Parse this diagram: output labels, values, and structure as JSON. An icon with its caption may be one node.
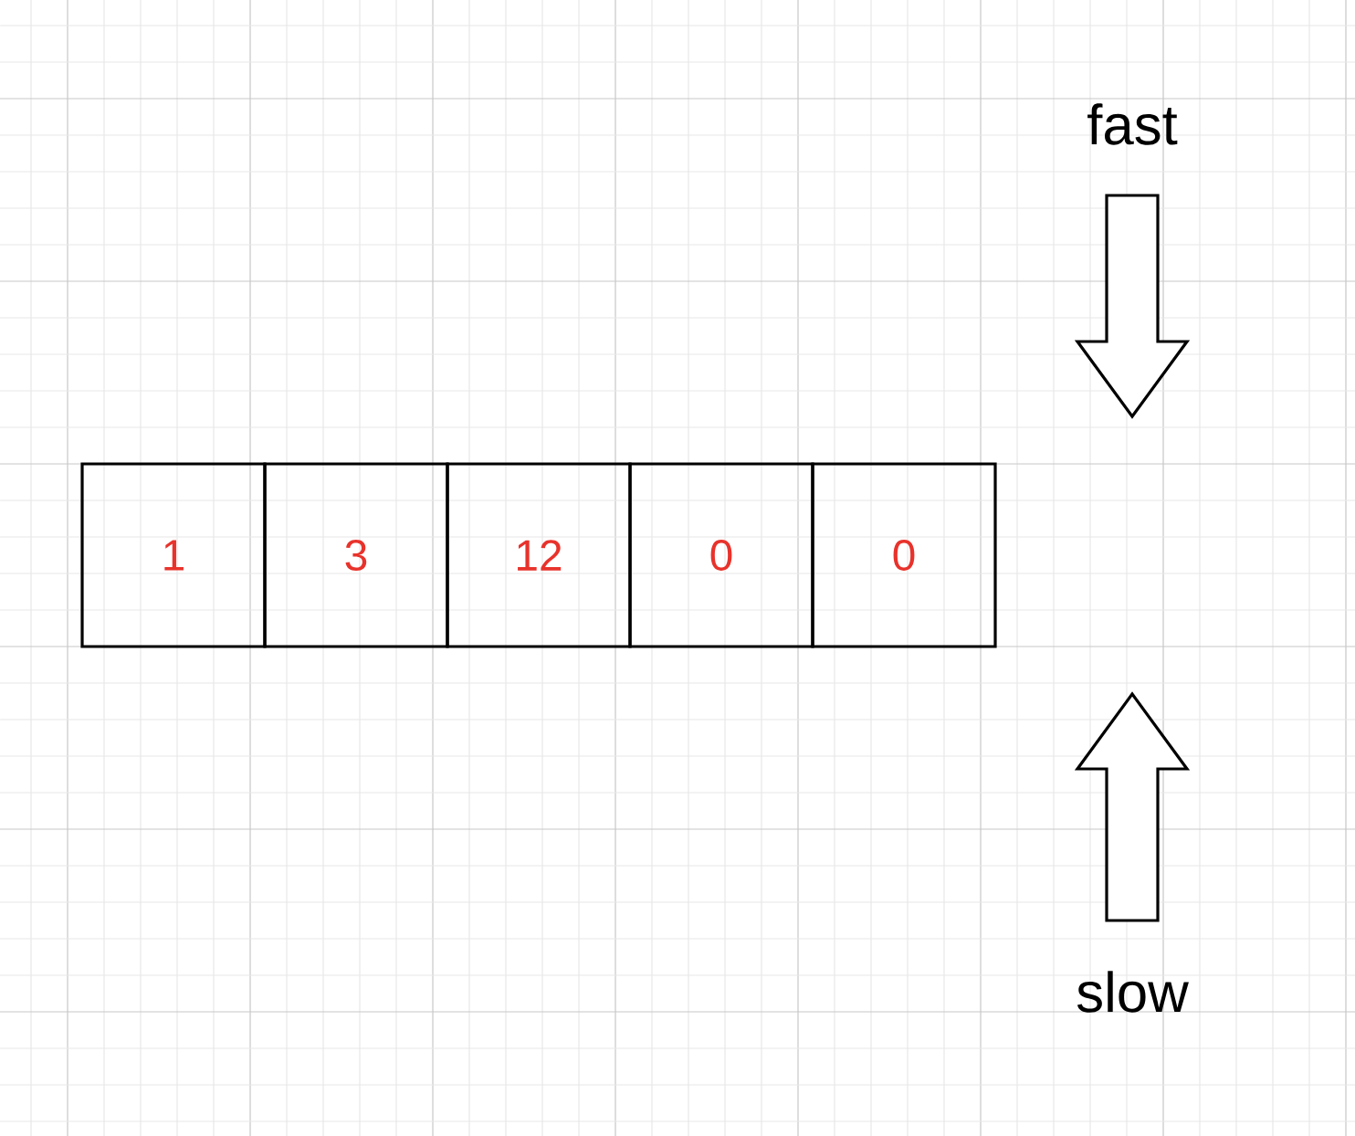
{
  "diagram": {
    "nodes": [
      {
        "text": [
          "1"
        ]
      },
      {
        "text": [
          "3"
        ]
      },
      {
        "text": [
          "12"
        ]
      },
      {
        "text": [
          "0"
        ]
      },
      {
        "text": [
          "0"
        ]
      },
      {
        "text": [
          "fast"
        ]
      },
      {
        "text": [
          "slow"
        ]
      }
    ],
    "edges": [
      {
        "from": 5,
        "to": null,
        "arrow": "to"
      },
      {
        "from": 6,
        "to": null,
        "arrow": "to"
      }
    ]
  }
}
